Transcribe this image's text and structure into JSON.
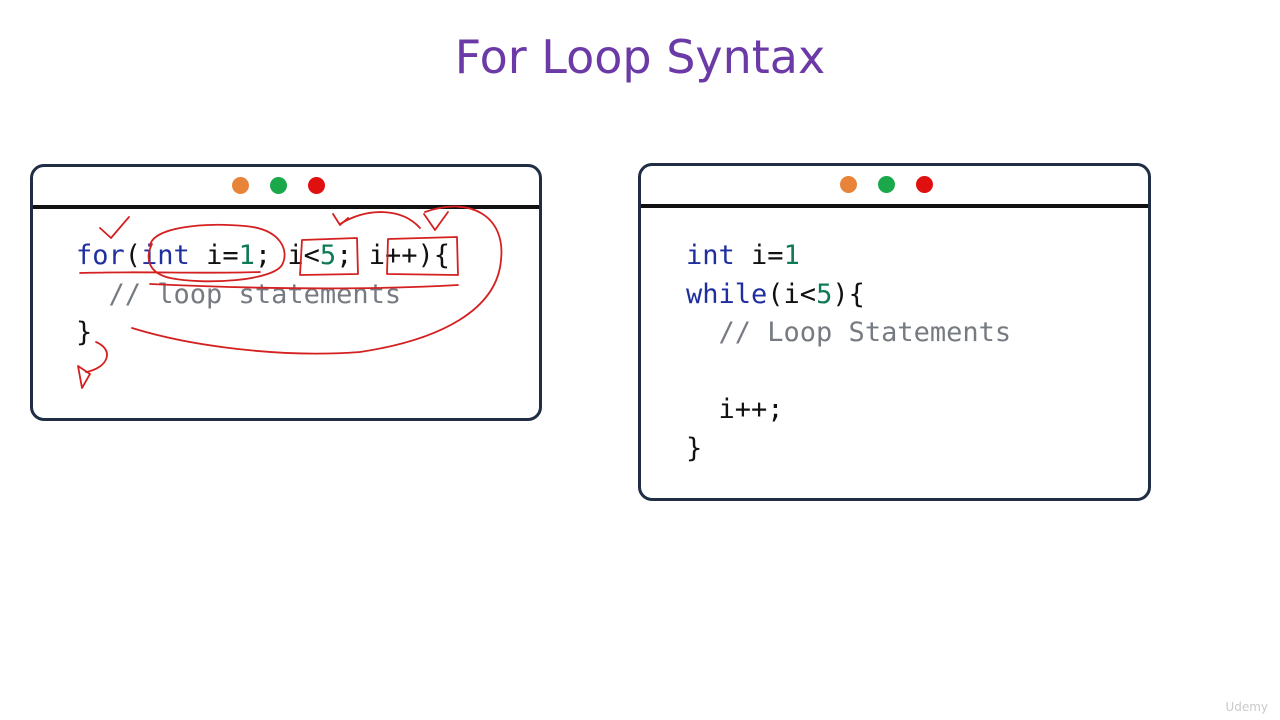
{
  "slide": {
    "title": "For Loop Syntax"
  },
  "colors": {
    "title": "#6b3aa6",
    "keyword": "#1f2fa0",
    "number": "#0f7a55",
    "comment": "#767b82",
    "annotation": "#d42020",
    "window_border": "#1f2d45"
  },
  "window_buttons": [
    "#e8833a",
    "#1aa84a",
    "#e01010"
  ],
  "for_window": {
    "line1": {
      "kw_for": "for",
      "open_paren": "(",
      "kw_int": "int",
      "init_var": " i=",
      "init_val": "1",
      "sep1": "; ",
      "cond_var": "i<",
      "cond_val": "5",
      "sep2": "; ",
      "update": "i++",
      "close": "){"
    },
    "line2": {
      "indent": "  ",
      "comment": "// loop statements"
    },
    "line3": {
      "close_brace": "}"
    }
  },
  "while_window": {
    "line1": {
      "kw_int": "int",
      "init_var": " i=",
      "init_val": "1"
    },
    "line2": {
      "kw_while": "while",
      "open": "(i<",
      "cond_val": "5",
      "close": "){"
    },
    "line3": {
      "indent": "  ",
      "comment": "// Loop Statements"
    },
    "line5": {
      "indent": "  ",
      "update": "i++;"
    },
    "line6": {
      "close_brace": "}"
    }
  },
  "watermark": "Udemy"
}
